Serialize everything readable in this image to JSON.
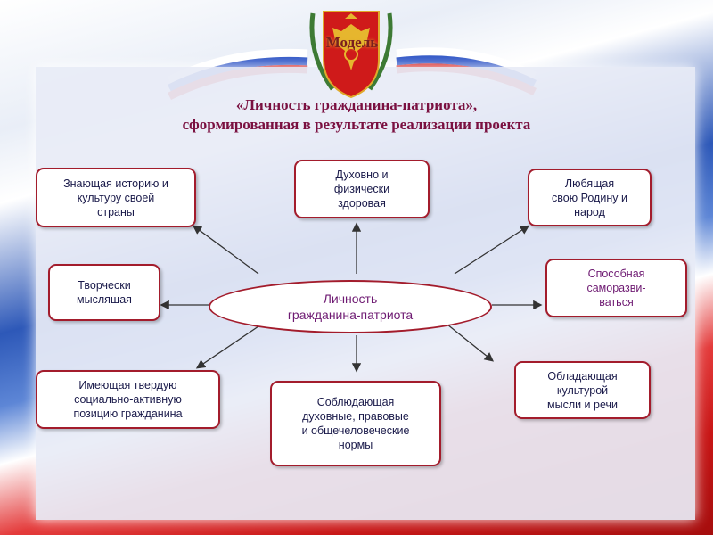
{
  "header": {
    "model_label": "Модель",
    "title_line1": "«Личность гражданина-патриота»,",
    "title_line2": "сформированная в результате реализации проекта"
  },
  "diagram": {
    "center": {
      "line1": "Личность",
      "line2": "гражданина-патриота"
    },
    "nodes": {
      "history": {
        "line1": "Знающая историю и",
        "line2": "культуру своей",
        "line3": "страны"
      },
      "healthy": {
        "line1": "Духовно и",
        "line2": "физически",
        "line3": "здоровая"
      },
      "loving": {
        "line1": "Любящая",
        "line2": "свою Родину и",
        "line3": "народ"
      },
      "creative": {
        "line1": "Творчески",
        "line2": "мыслящая"
      },
      "selfdev": {
        "line1": "Способная",
        "line2": "саморазви-",
        "line3": "ваться"
      },
      "position": {
        "line1": "Имеющая твердую",
        "line2": "социально-активную",
        "line3": "позицию гражданина"
      },
      "norms": {
        "line1": "Соблюдающая",
        "line2": "духовные, правовые",
        "line3": "и общечеловеческие",
        "line4": "нормы"
      },
      "culture": {
        "line1": "Обладающая",
        "line2": "культурой",
        "line3": "мысли и речи"
      }
    }
  },
  "colors": {
    "border": "#a31c2c",
    "title": "#7a1040",
    "text_purple": "#6e1a72",
    "text_navy": "#1a1a4a"
  }
}
